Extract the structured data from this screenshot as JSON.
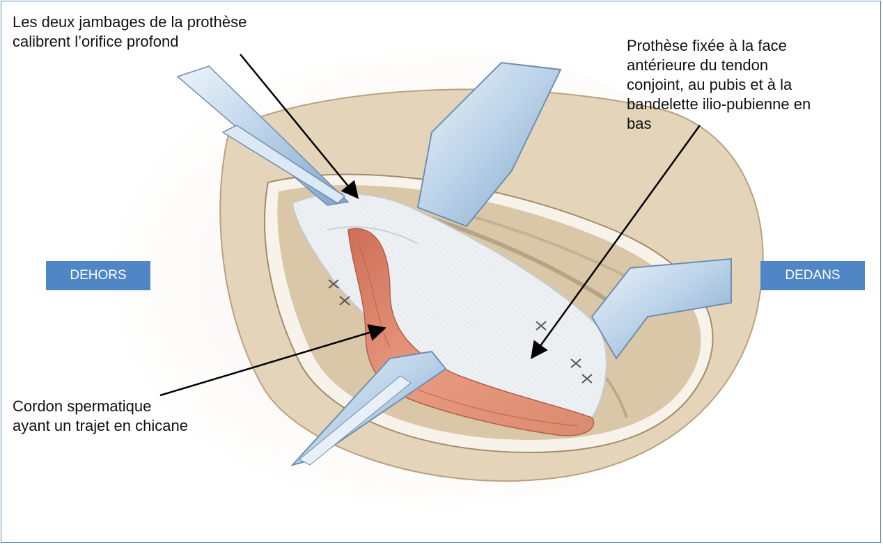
{
  "labels": {
    "top_left": [
      "Les deux jambages de la prothèse",
      "calibrent l’orifice profond"
    ],
    "top_right": [
      "Prothèse fixée à la face",
      "antérieure du tendon",
      "conjoint, au pubis et à la",
      "bandelette ilio-pubienne en",
      "bas"
    ],
    "bottom_left": [
      "Cordon spermatique",
      "ayant un trajet en chicane"
    ],
    "side_left": "DEHORS",
    "side_right": "DEDANS"
  },
  "colors": {
    "tag_fill": "#4f86c6",
    "tag_text": "#ffffff",
    "frame_border": "#5b8ac4",
    "skin": "#e4d6bd",
    "mesh": "#eceff2",
    "cord": "#dd8a6f",
    "retractor": "#c9dcef"
  }
}
